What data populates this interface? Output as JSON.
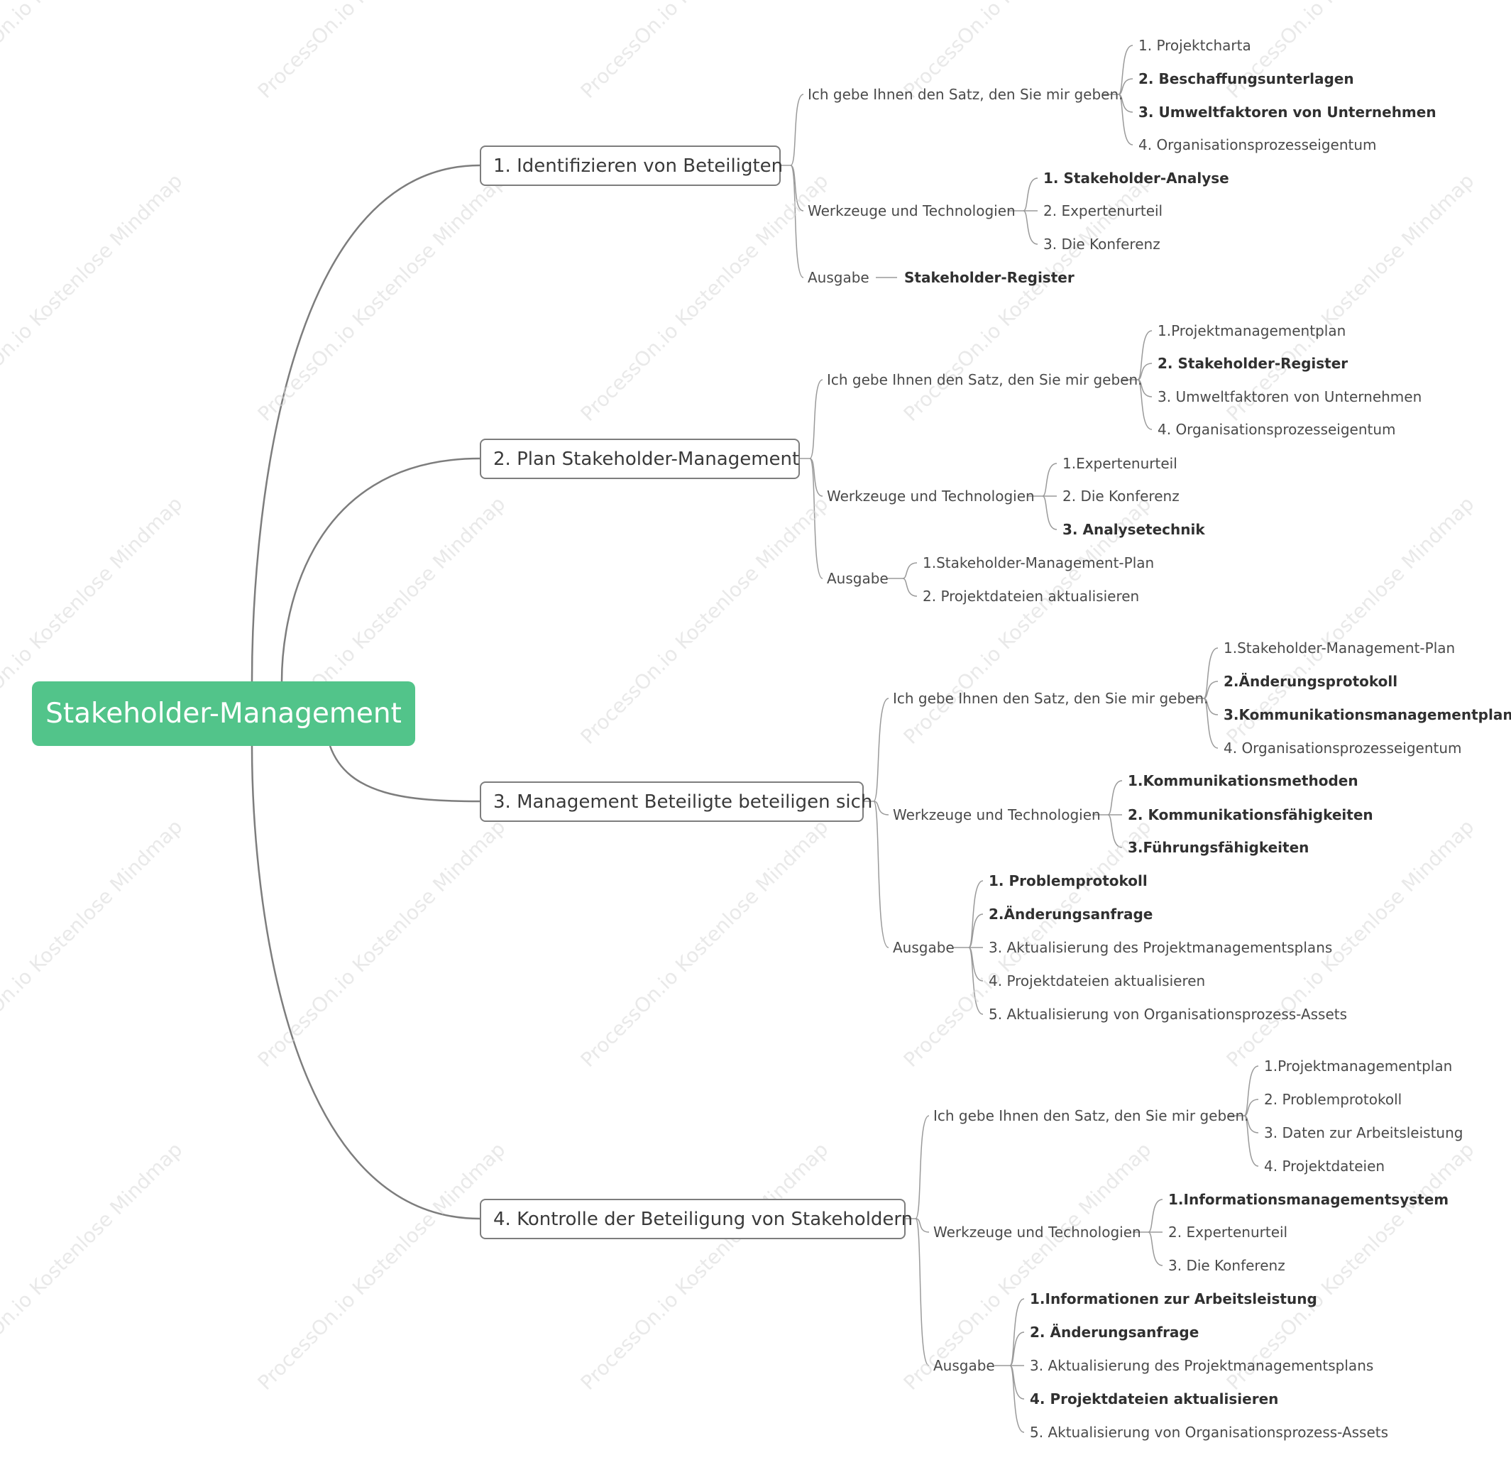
{
  "root": "Stakeholder-Management",
  "branches": [
    {
      "title": "1. Identifizieren von Beteiligten",
      "groups": [
        {
          "label": "Ich gebe Ihnen den Satz, den Sie mir geben.",
          "items": [
            "1. Projektcharta",
            "2. Beschaffungsunterlagen",
            "3. Umweltfaktoren von Unternehmen",
            "4. Organisationsprozesseigentum"
          ],
          "bold": [
            false,
            true,
            true,
            false
          ]
        },
        {
          "label": "Werkzeuge und Technologien",
          "items": [
            "1. Stakeholder-Analyse",
            "2. Expertenurteil",
            "3. Die Konferenz"
          ],
          "bold": [
            true,
            false,
            false
          ]
        },
        {
          "label": "Ausgabe",
          "items": [
            "Stakeholder-Register"
          ],
          "bold": [
            true
          ]
        }
      ]
    },
    {
      "title": "2. Plan Stakeholder-Management",
      "groups": [
        {
          "label": "Ich gebe Ihnen den Satz, den Sie mir geben.",
          "items": [
            "1.Projektmanagementplan",
            "2. Stakeholder-Register",
            "3. Umweltfaktoren von Unternehmen",
            "4. Organisationsprozesseigentum"
          ],
          "bold": [
            false,
            true,
            false,
            false
          ]
        },
        {
          "label": "Werkzeuge und Technologien",
          "items": [
            "1.Expertenurteil",
            "2. Die Konferenz",
            "3. Analysetechnik"
          ],
          "bold": [
            false,
            false,
            true
          ]
        },
        {
          "label": "Ausgabe",
          "items": [
            "1.Stakeholder-Management-Plan",
            "2. Projektdateien aktualisieren"
          ],
          "bold": [
            false,
            false
          ]
        }
      ]
    },
    {
      "title": "3. Management Beteiligte beteiligen sich",
      "groups": [
        {
          "label": "Ich gebe Ihnen den Satz, den Sie mir geben.",
          "items": [
            "1.Stakeholder-Management-Plan",
            "2.Änderungsprotokoll",
            "3.Kommunikationsmanagementplan",
            "4. Organisationsprozesseigentum"
          ],
          "bold": [
            false,
            true,
            true,
            false
          ]
        },
        {
          "label": "Werkzeuge und Technologien",
          "items": [
            "1.Kommunikationsmethoden",
            "2. Kommunikationsfähigkeiten",
            "3.Führungsfähigkeiten"
          ],
          "bold": [
            true,
            true,
            true
          ]
        },
        {
          "label": "Ausgabe",
          "items": [
            "1. Problemprotokoll",
            "2.Änderungsanfrage",
            "3. Aktualisierung des Projektmanagementsplans",
            "4. Projektdateien aktualisieren",
            "5. Aktualisierung von Organisationsprozess-Assets"
          ],
          "bold": [
            true,
            true,
            false,
            false,
            false
          ]
        }
      ]
    },
    {
      "title": "4. Kontrolle der Beteiligung von Stakeholdern",
      "groups": [
        {
          "label": "Ich gebe Ihnen den Satz, den Sie mir geben.",
          "items": [
            "1.Projektmanagementplan",
            "2. Problemprotokoll",
            "3. Daten zur Arbeitsleistung",
            "4. Projektdateien"
          ],
          "bold": [
            false,
            false,
            false,
            false
          ]
        },
        {
          "label": "Werkzeuge und Technologien",
          "items": [
            "1.Informationsmanagementsystem",
            "2. Expertenurteil",
            "3. Die Konferenz"
          ],
          "bold": [
            true,
            false,
            false
          ]
        },
        {
          "label": "Ausgabe",
          "items": [
            "1.Informationen zur Arbeitsleistung",
            "2. Änderungsanfrage",
            "3. Aktualisierung des Projektmanagementsplans",
            "4. Projektdateien aktualisieren",
            "5. Aktualisierung von Organisationsprozess-Assets"
          ],
          "bold": [
            true,
            true,
            false,
            true,
            false
          ]
        }
      ]
    }
  ],
  "watermark": "ProcessOn.io Kostenlose Mindmap",
  "colors": {
    "root": "#52c48a",
    "line": "#7d7d7d",
    "thin_line": "#9a9a9a",
    "text": "#4a4a4a"
  }
}
